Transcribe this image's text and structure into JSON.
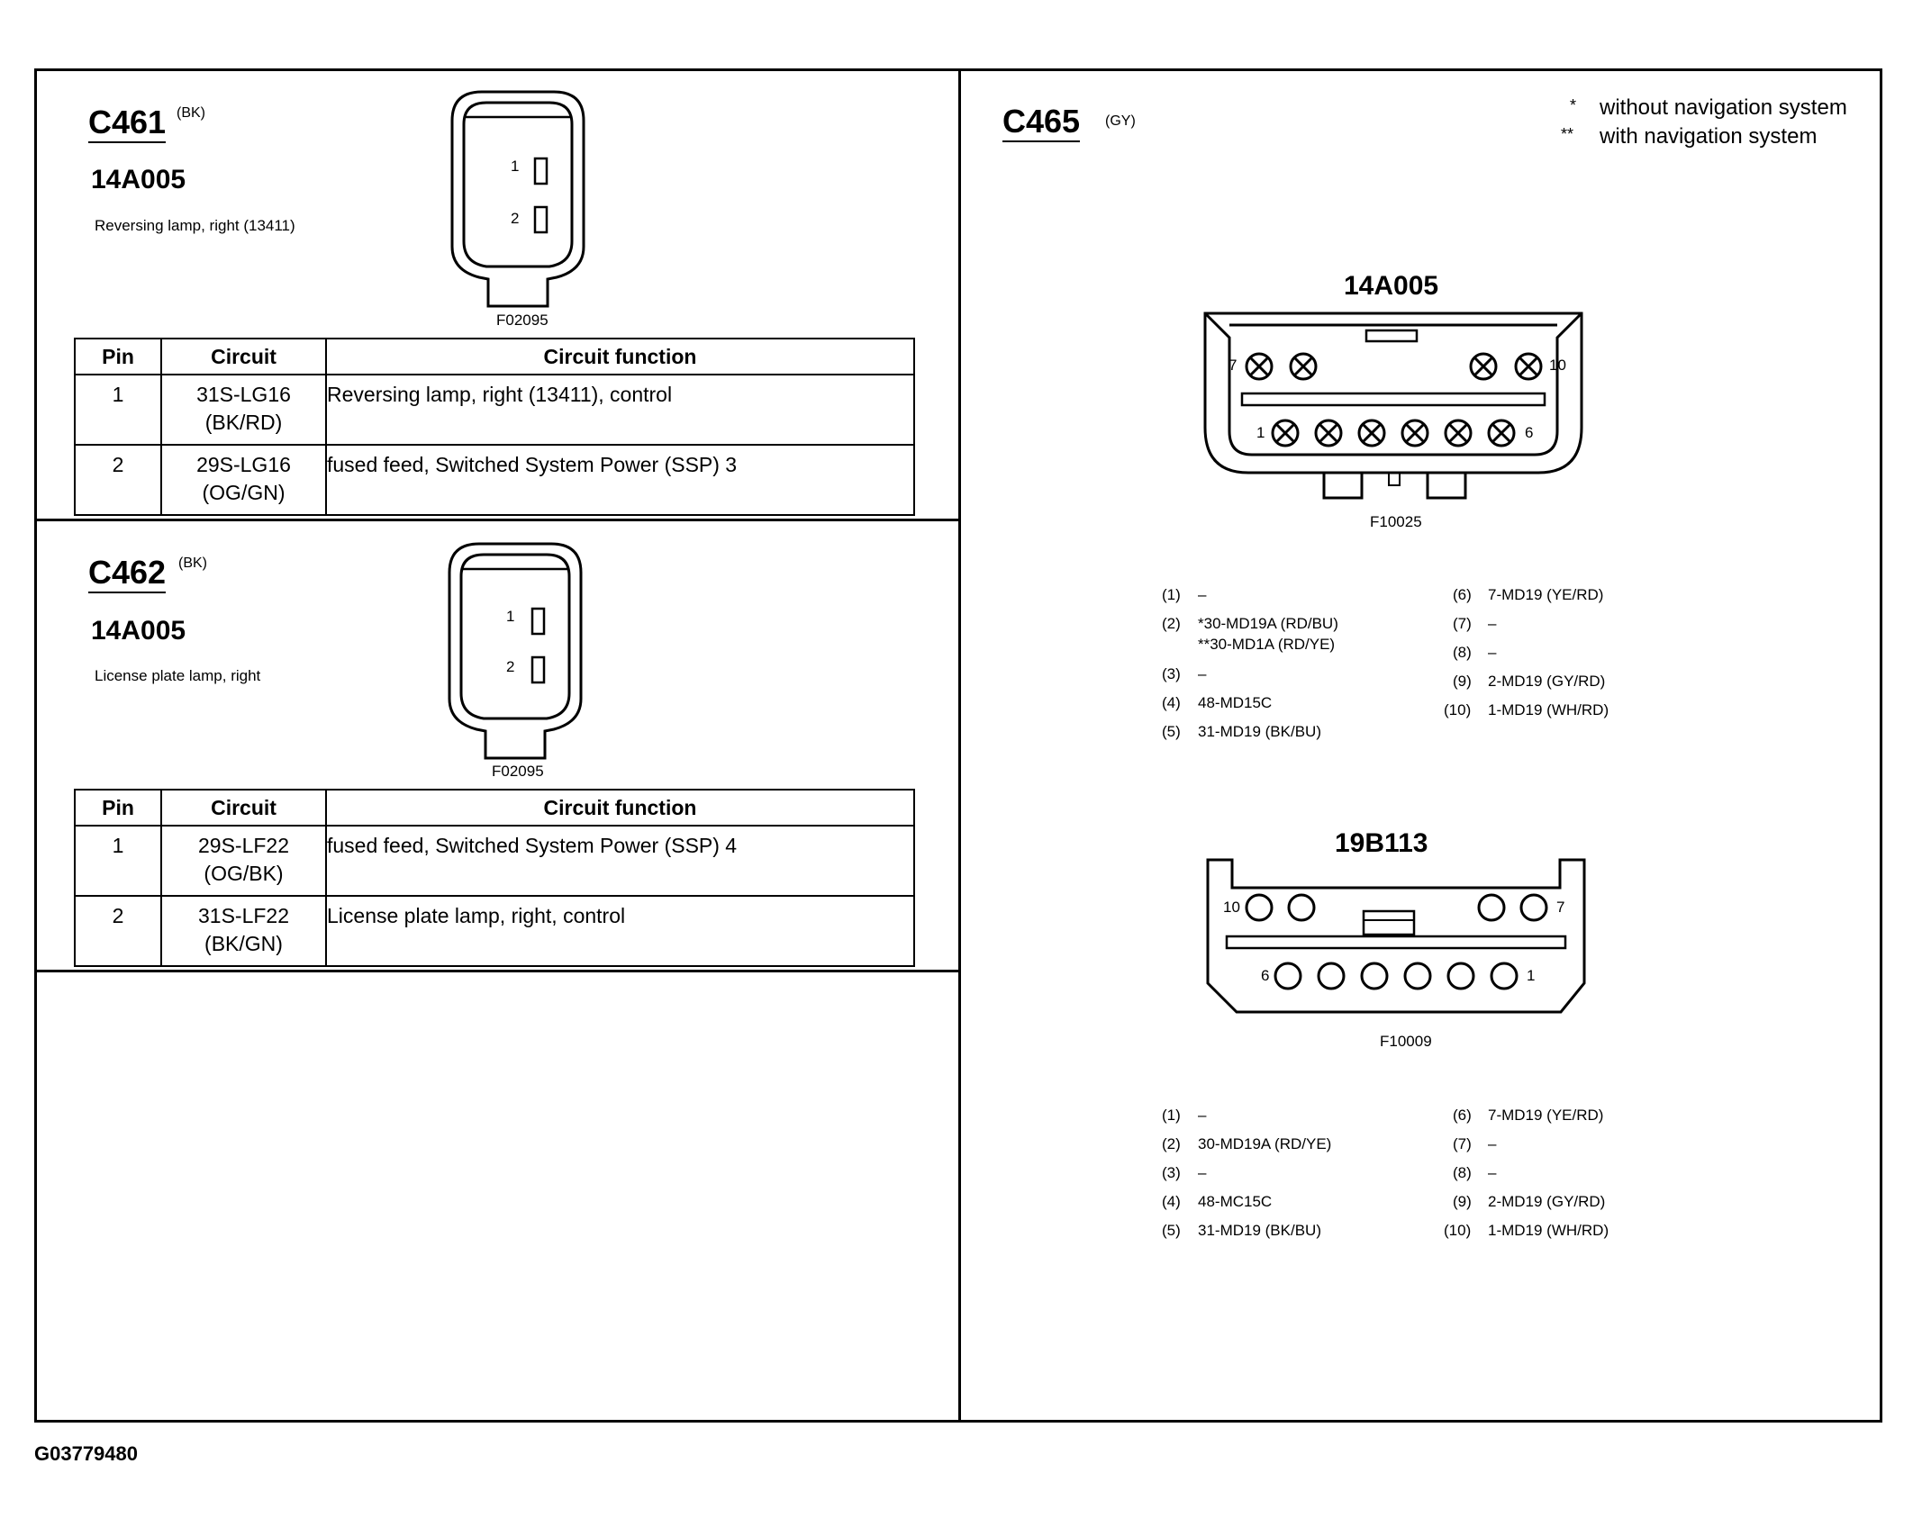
{
  "c461": {
    "title": "C461",
    "color": "(BK)",
    "part": "14A005",
    "description": "Reversing lamp, right (13411)",
    "figure": "F02095",
    "pin_labels": [
      "1",
      "2"
    ],
    "headers": [
      "Pin",
      "Circuit",
      "Circuit function"
    ],
    "rows": [
      {
        "pin": "1",
        "circuit": "31S-LG16",
        "wire": "(BK/RD)",
        "function": "Reversing lamp, right (13411), control"
      },
      {
        "pin": "2",
        "circuit": "29S-LG16",
        "wire": "(OG/GN)",
        "function": "fused feed, Switched System Power (SSP) 3"
      }
    ]
  },
  "c462": {
    "title": "C462",
    "color": "(BK)",
    "part": "14A005",
    "description": "License plate lamp, right",
    "figure": "F02095",
    "pin_labels": [
      "1",
      "2"
    ],
    "headers": [
      "Pin",
      "Circuit",
      "Circuit function"
    ],
    "rows": [
      {
        "pin": "1",
        "circuit": "29S-LF22",
        "wire": "(OG/BK)",
        "function": "fused feed, Switched System Power (SSP) 4"
      },
      {
        "pin": "2",
        "circuit": "31S-LF22",
        "wire": "(BK/GN)",
        "function": "License plate lamp, right, control"
      }
    ]
  },
  "c465": {
    "title": "C465",
    "color": "(GY)",
    "legend": [
      {
        "mark": "*",
        "text": "without navigation system"
      },
      {
        "mark": "**",
        "text": "with navigation system"
      }
    ],
    "connector_a": {
      "part": "14A005",
      "figure": "F10025",
      "pin_labels": {
        "p7": "7",
        "p10": "10",
        "p1": "1",
        "p6": "6"
      },
      "pins_left": [
        {
          "num": "(1)",
          "text": "–"
        },
        {
          "num": "(2)",
          "text": "*30-MD19A (RD/BU)",
          "text2": "**30-MD1A (RD/YE)"
        },
        {
          "num": "(3)",
          "text": "–"
        },
        {
          "num": "(4)",
          "text": "48-MD15C"
        },
        {
          "num": "(5)",
          "text": "31-MD19 (BK/BU)"
        }
      ],
      "pins_right": [
        {
          "num": "(6)",
          "text": "7-MD19 (YE/RD)"
        },
        {
          "num": "(7)",
          "text": "–"
        },
        {
          "num": "(8)",
          "text": "–"
        },
        {
          "num": "(9)",
          "text": "2-MD19 (GY/RD)"
        },
        {
          "num": "(10)",
          "text": "1-MD19 (WH/RD)"
        }
      ]
    },
    "connector_b": {
      "part": "19B113",
      "figure": "F10009",
      "pin_labels": {
        "p10": "10",
        "p7": "7",
        "p6": "6",
        "p1": "1"
      },
      "pins_left": [
        {
          "num": "(1)",
          "text": "–"
        },
        {
          "num": "(2)",
          "text": "30-MD19A (RD/YE)"
        },
        {
          "num": "(3)",
          "text": "–"
        },
        {
          "num": "(4)",
          "text": "48-MC15C"
        },
        {
          "num": "(5)",
          "text": "31-MD19 (BK/BU)"
        }
      ],
      "pins_right": [
        {
          "num": "(6)",
          "text": "7-MD19 (YE/RD)"
        },
        {
          "num": "(7)",
          "text": "–"
        },
        {
          "num": "(8)",
          "text": "–"
        },
        {
          "num": "(9)",
          "text": "2-MD19 (GY/RD)"
        },
        {
          "num": "(10)",
          "text": "1-MD19 (WH/RD)"
        }
      ]
    }
  },
  "footer": {
    "code": "G03779480"
  }
}
